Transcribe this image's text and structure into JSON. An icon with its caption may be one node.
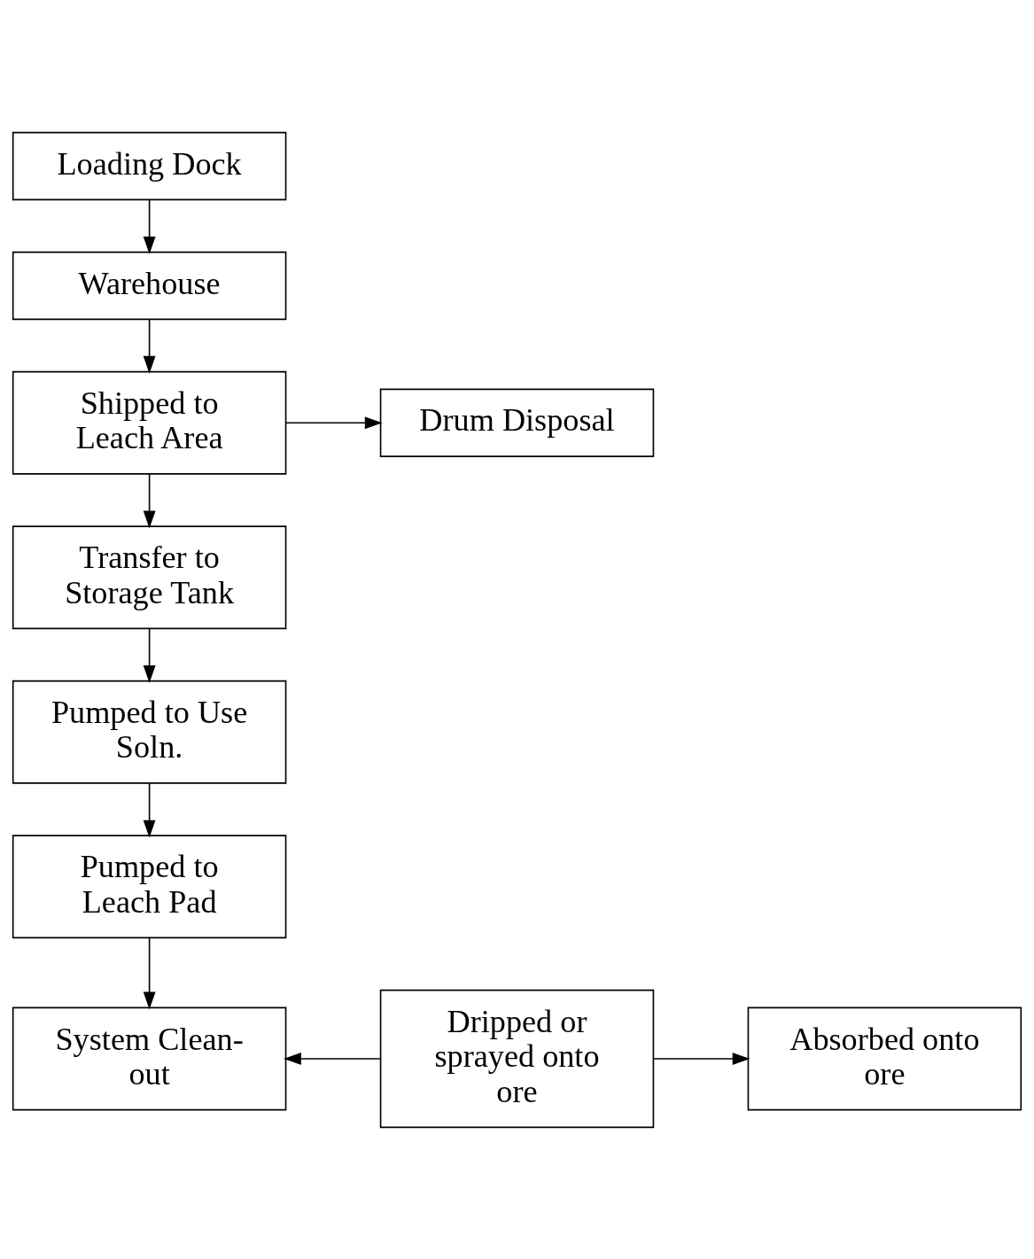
{
  "diagram": {
    "nodes": [
      {
        "text": [
          "Loading Dock"
        ]
      },
      {
        "text": [
          "Warehouse"
        ]
      },
      {
        "text": [
          "Shipped to Leach Area"
        ]
      },
      {
        "text": [
          "Drum Disposal"
        ]
      },
      {
        "text": [
          "Transfer to Storage Tank"
        ]
      },
      {
        "text": [
          "Pumped to Use Soln."
        ]
      },
      {
        "text": [
          "Pumped to Leach Pad"
        ]
      },
      {
        "text": [
          "System Clean-out"
        ]
      },
      {
        "text": [
          "Dripped or sprayed onto ore"
        ]
      },
      {
        "text": [
          "Absorbed onto ore"
        ]
      }
    ],
    "edges": [
      {
        "from": 0,
        "to": 1,
        "arrow": "to"
      },
      {
        "from": 1,
        "to": 2,
        "arrow": "to"
      },
      {
        "from": 2,
        "to": 3,
        "arrow": "to"
      },
      {
        "from": 2,
        "to": 4,
        "arrow": "to"
      },
      {
        "from": 4,
        "to": 5,
        "arrow": "to"
      },
      {
        "from": 5,
        "to": 6,
        "arrow": "to"
      },
      {
        "from": 6,
        "to": 7,
        "arrow": "to"
      },
      {
        "from": 8,
        "to": 7,
        "arrow": "to"
      },
      {
        "from": 8,
        "to": 9,
        "arrow": "to"
      }
    ]
  }
}
